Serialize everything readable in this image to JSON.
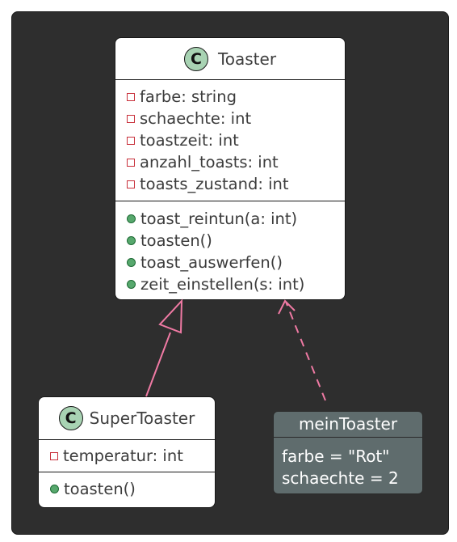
{
  "diagram": {
    "classes": [
      {
        "name": "Toaster",
        "badge": "C",
        "attributes": [
          {
            "visibility": "private",
            "text": "farbe: string"
          },
          {
            "visibility": "private",
            "text": "schaechte: int"
          },
          {
            "visibility": "private",
            "text": "toastzeit: int"
          },
          {
            "visibility": "private",
            "text": "anzahl_toasts: int"
          },
          {
            "visibility": "private",
            "text": "toasts_zustand: int"
          }
        ],
        "methods": [
          {
            "visibility": "public",
            "text": "toast_reintun(a: int)"
          },
          {
            "visibility": "public",
            "text": "toasten()"
          },
          {
            "visibility": "public",
            "text": "toast_auswerfen()"
          },
          {
            "visibility": "public",
            "text": "zeit_einstellen(s: int)"
          }
        ]
      },
      {
        "name": "SuperToaster",
        "badge": "C",
        "attributes": [
          {
            "visibility": "private",
            "text": "temperatur: int"
          }
        ],
        "methods": [
          {
            "visibility": "public",
            "text": "toasten()"
          }
        ]
      }
    ],
    "object": {
      "name": "meinToaster",
      "fields": [
        "farbe = \"Rot\"",
        "schaechte = 2"
      ]
    },
    "relations": [
      {
        "type": "inheritance",
        "from": "SuperToaster",
        "to": "Toaster"
      },
      {
        "type": "dependency",
        "from": "meinToaster",
        "to": "Toaster"
      }
    ],
    "colors": {
      "background": "#2e2e2e",
      "class_fill": "#ffffff",
      "object_fill": "#5f6c6d",
      "arrow": "#f07aa4",
      "private_marker": "#c8303b",
      "public_marker": "#57a86d",
      "class_badge": "#a8d3b3"
    }
  }
}
